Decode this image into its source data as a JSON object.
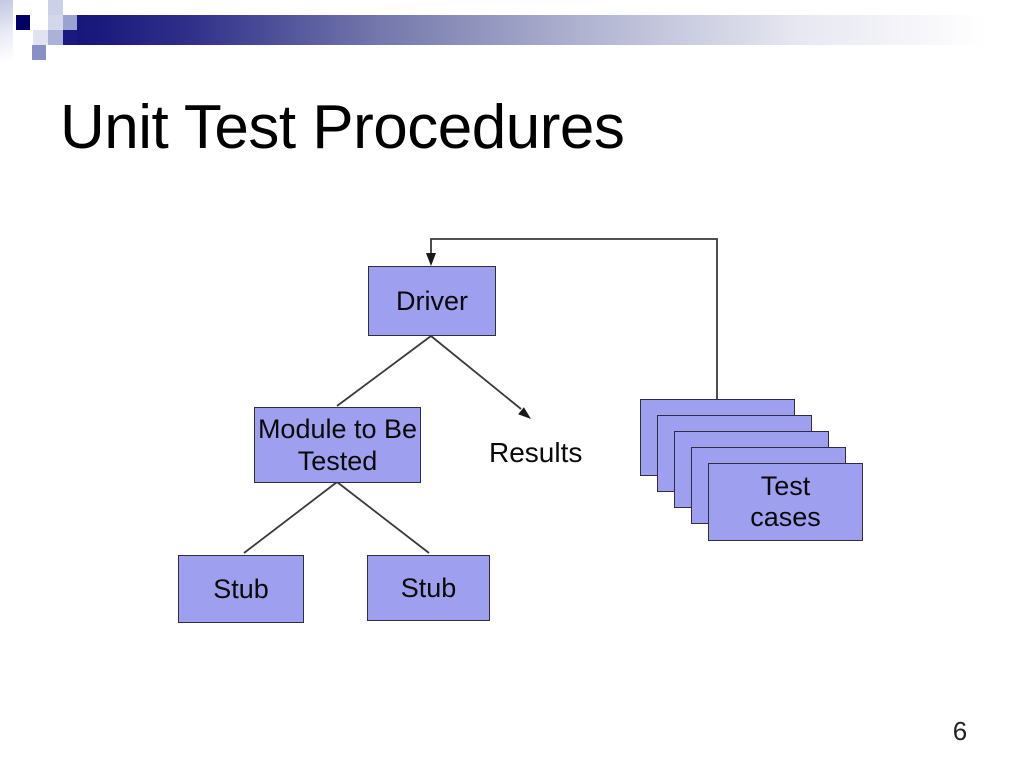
{
  "slide": {
    "title": "Unit Test Procedures",
    "page_number": "6"
  },
  "diagram": {
    "driver": {
      "label": "Driver"
    },
    "module": {
      "label": "Module to Be\nTested"
    },
    "stub_left": {
      "label": "Stub"
    },
    "stub_right": {
      "label": "Stub"
    },
    "test_cases": {
      "label": "Test\ncases"
    },
    "results_label": "Results"
  },
  "colors": {
    "accent-navy": "#000066",
    "box-fill": "#9f9ff0",
    "box-border": "#2e2e3e",
    "connector": "#3a3a3a",
    "bar-dark": "#15157b"
  }
}
